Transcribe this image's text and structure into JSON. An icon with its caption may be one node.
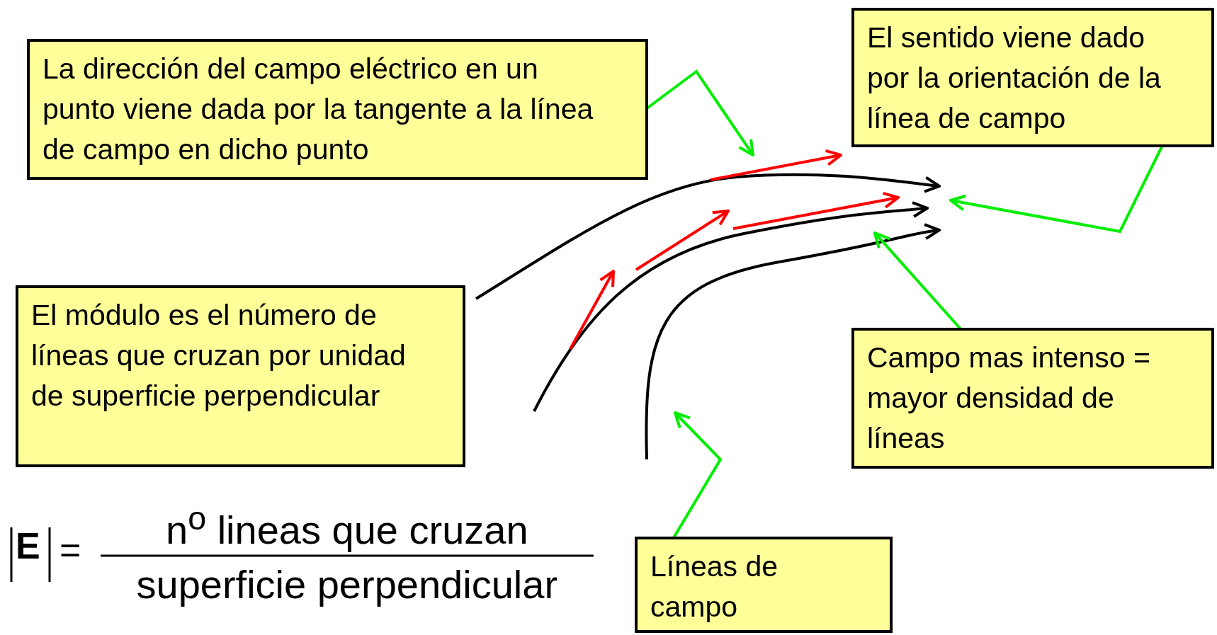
{
  "diagram": {
    "nodes": [
      {
        "text": [
          "La dirección del campo eléctrico en un punto viene dada por la tangente a la línea de campo en dicho punto"
        ]
      },
      {
        "text": [
          "El sentido viene dado por la orientación de la línea de campo"
        ]
      },
      {
        "text": [
          "El módulo es el número de líneas que cruzan por unidad de superficie perpendicular"
        ]
      },
      {
        "text": [
          "Campo mas intenso = mayor densidad de líneas"
        ]
      },
      {
        "text": [
          "Líneas de campo"
        ]
      }
    ],
    "edges": [
      {
        "from": 0,
        "to": null,
        "arrow": "to"
      },
      {
        "from": 1,
        "to": null,
        "arrow": "to"
      },
      {
        "from": 3,
        "to": null,
        "arrow": "to"
      },
      {
        "from": 4,
        "to": null,
        "arrow": "to"
      }
    ],
    "labels": [
      "E",
      "=",
      "n$^{o}$ lineas que cruzan",
      "superficie perpendicular"
    ]
  }
}
